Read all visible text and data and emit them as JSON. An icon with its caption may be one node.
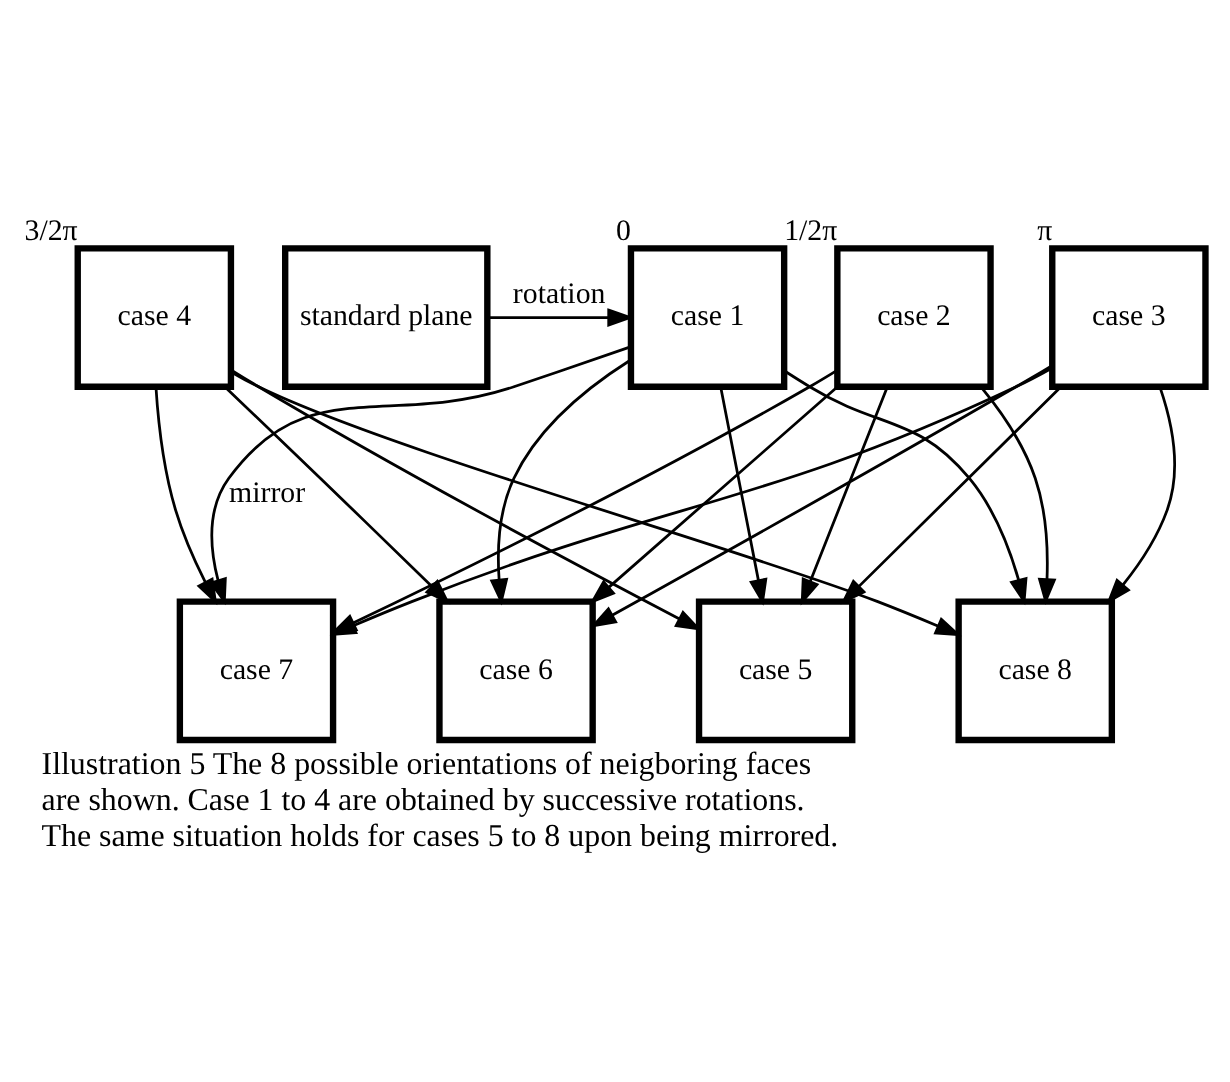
{
  "diagram": {
    "caption": "Illustration 5 The 8 possible orientations of neigboring faces are shown. Case 1 to 4 are obtained by successive rotations. The same situation holds for cases 5 to 8 upon being mirrored.",
    "nodes": [
      {
        "text": [
          "standard plane"
        ]
      },
      {
        "text": [
          "case 1"
        ],
        "beside": [
          "0"
        ]
      },
      {
        "text": [
          "case 2"
        ],
        "beside": [
          "1/2π"
        ]
      },
      {
        "text": [
          "case 3"
        ],
        "beside": [
          "π"
        ]
      },
      {
        "text": [
          "case 4"
        ],
        "beside": [
          "3/2π"
        ]
      },
      {
        "text": [
          "case 7"
        ]
      },
      {
        "text": [
          "case 6"
        ]
      },
      {
        "text": [
          "case 5"
        ]
      },
      {
        "text": [
          "case 8"
        ]
      }
    ],
    "edges": [
      {
        "from": 0,
        "to": 1,
        "arrow": "to",
        "label": "rotation"
      },
      {
        "from": 1,
        "to": 5,
        "arrow": "to",
        "label": "mirror"
      },
      {
        "from": 1,
        "to": 6,
        "arrow": "to"
      },
      {
        "from": 1,
        "to": 7,
        "arrow": "to"
      },
      {
        "from": 1,
        "to": 8,
        "arrow": "to"
      },
      {
        "from": 2,
        "to": 5,
        "arrow": "to"
      },
      {
        "from": 2,
        "to": 6,
        "arrow": "to"
      },
      {
        "from": 2,
        "to": 7,
        "arrow": "to"
      },
      {
        "from": 2,
        "to": 8,
        "arrow": "to"
      },
      {
        "from": 3,
        "to": 5,
        "arrow": "to"
      },
      {
        "from": 3,
        "to": 6,
        "arrow": "to"
      },
      {
        "from": 3,
        "to": 7,
        "arrow": "to"
      },
      {
        "from": 3,
        "to": 8,
        "arrow": "to"
      },
      {
        "from": 4,
        "to": 5,
        "arrow": "to"
      },
      {
        "from": 4,
        "to": 6,
        "arrow": "to"
      },
      {
        "from": 4,
        "to": 7,
        "arrow": "to"
      },
      {
        "from": 4,
        "to": 8,
        "arrow": "to"
      }
    ]
  }
}
